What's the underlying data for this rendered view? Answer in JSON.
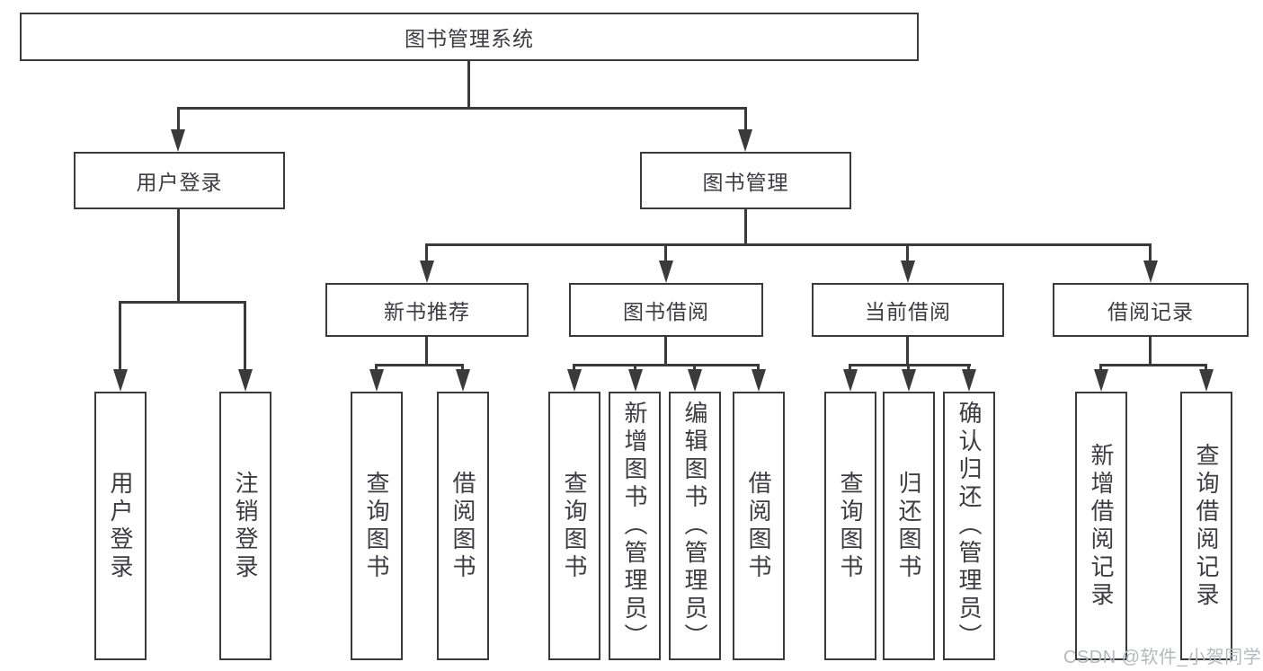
{
  "colors": {
    "line": "#3a3a3a",
    "text": "#3c3c41",
    "background": "#ffffff",
    "watermark_color": "#b5b8bc"
  },
  "watermark": "CSDN @软件_小贺同学",
  "tree": {
    "root": {
      "label": "图书管理系统"
    },
    "user_login": {
      "label": "用户登录",
      "children": [
        "用户登录",
        "注销登录"
      ]
    },
    "book_management": {
      "label": "图书管理",
      "sections": [
        {
          "label": "新书推荐",
          "children": [
            "查询图书",
            "借阅图书"
          ]
        },
        {
          "label": "图书借阅",
          "children": [
            "查询图书",
            "新增图书（管理员）",
            "编辑图书（管理员）",
            "借阅图书"
          ]
        },
        {
          "label": "当前借阅",
          "children": [
            "查询图书",
            "归还图书",
            "确认归还（管理员）"
          ]
        },
        {
          "label": "借阅记录",
          "children": [
            "新增借阅记录",
            "查询借阅记录"
          ]
        }
      ]
    }
  }
}
